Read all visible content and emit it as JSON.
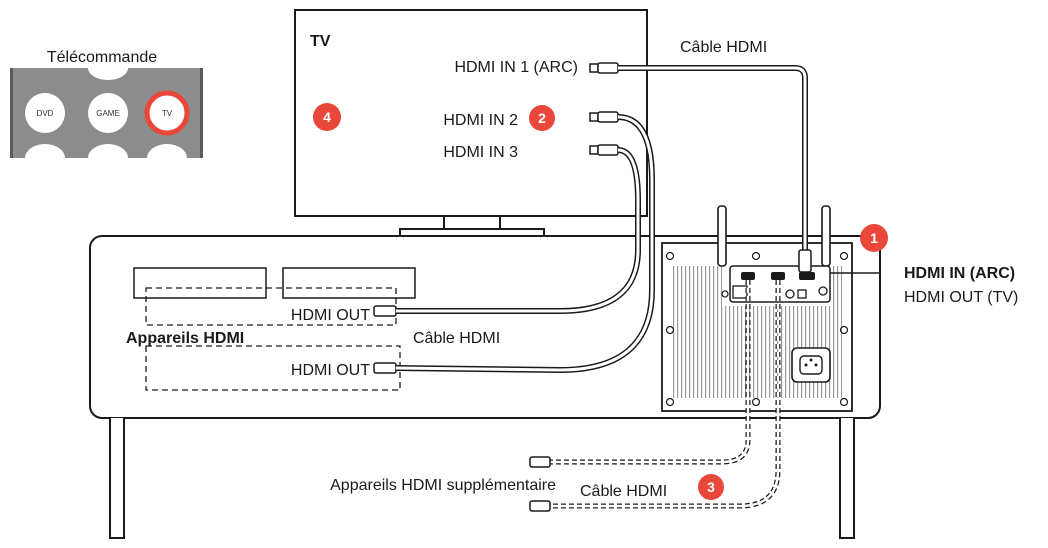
{
  "remote": {
    "title": "Télécommande",
    "buttons": [
      "DVD",
      "GAME",
      "TV"
    ]
  },
  "tv": {
    "label": "TV",
    "inputs": [
      "HDMI IN 1 (ARC)",
      "HDMI IN 2",
      "HDMI IN 3"
    ]
  },
  "cables": {
    "tv_cable_label": "Câble HDMI",
    "devices_cable_label": "Câble HDMI",
    "extra_cable_label": "Câble HDMI"
  },
  "devices": {
    "group_label": "Appareils HDMI",
    "out_label_1": "HDMI OUT",
    "out_label_2": "HDMI OUT",
    "extra_label": "Appareils HDMI supplémentaire"
  },
  "soundbar": {
    "port_label_bold": "HDMI IN (ARC)",
    "port_label_sub": "HDMI OUT (TV)"
  },
  "steps": [
    "1",
    "2",
    "3",
    "4"
  ],
  "colors": {
    "accent": "#e8473a",
    "line": "#1a1a1a",
    "panel": "#888888"
  }
}
